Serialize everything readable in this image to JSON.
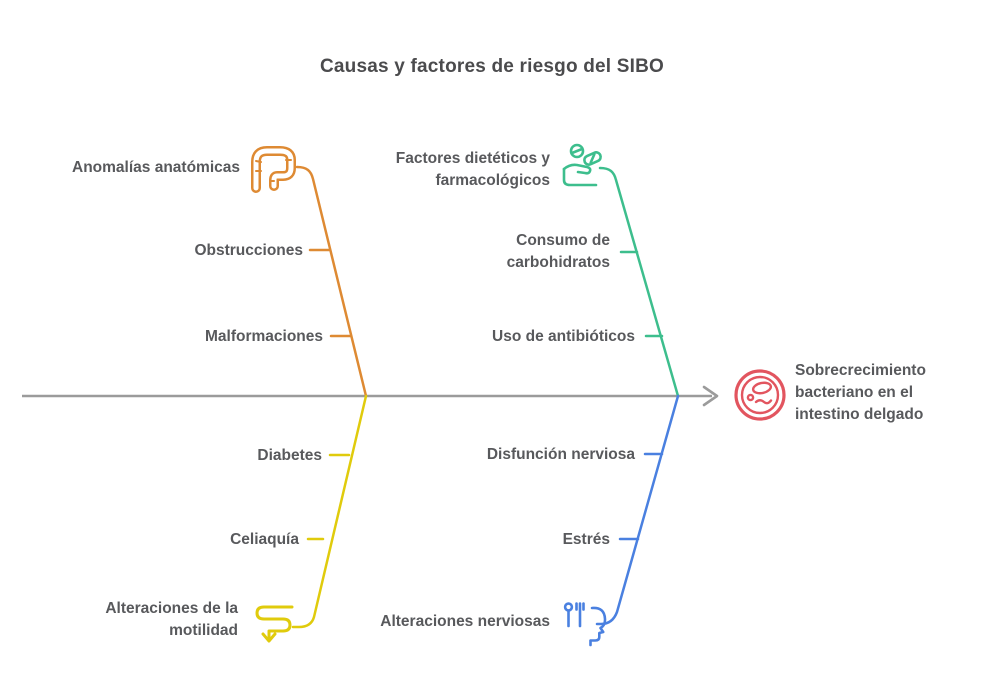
{
  "title": "Causas y factores de riesgo del SIBO",
  "effect": {
    "label": "Sobrecrecimiento bacteriano en el intestino delgado",
    "icon": "bacteria-petri-icon",
    "color": "#e2555f"
  },
  "spine": {
    "color": "#9b9b9b"
  },
  "branches": [
    {
      "id": "anomalias-anatomicas",
      "label": "Anomalías anatómicas",
      "icon": "intestine-icon",
      "color": "#de8a33",
      "items": [
        "Obstrucciones",
        "Malformaciones"
      ]
    },
    {
      "id": "factores-dieteticos",
      "label": "Factores dietéticos y farmacológicos",
      "icon": "hand-pills-icon",
      "color": "#3dbe8d",
      "items": [
        "Consumo de carbohidratos",
        "Uso de antibióticos"
      ]
    },
    {
      "id": "alteraciones-motilidad",
      "label": "Alteraciones de la motilidad",
      "icon": "motility-arrow-icon",
      "color": "#e0cb0c",
      "items": [
        "Diabetes",
        "Celiaquía"
      ]
    },
    {
      "id": "alteraciones-nerviosas",
      "label": "Alteraciones nerviosas",
      "icon": "head-utensils-icon",
      "color": "#4a80e0",
      "items": [
        "Disfunción nerviosa",
        "Estrés"
      ]
    }
  ],
  "colors": {
    "orange": "#de8a33",
    "green": "#3dbe8d",
    "yellow": "#e0cb0c",
    "blue": "#4a80e0",
    "red": "#e2555f",
    "spine": "#9b9b9b",
    "text": "#58595c",
    "title": "#4b4b4d"
  }
}
